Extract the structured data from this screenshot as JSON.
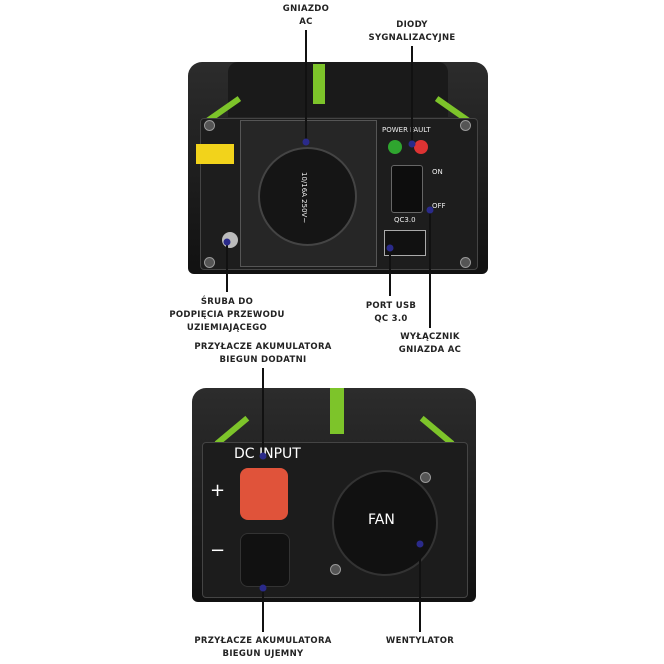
{
  "labels": {
    "socket": [
      "GNIAZDO",
      "AC"
    ],
    "leds": [
      "DIODY",
      "SYGNALIZACYJNE"
    ],
    "ground": [
      "ŚRUBA DO",
      "PODPIĘCIA PRZEWODU",
      "UZIEMIAJĄCEGO"
    ],
    "usb": [
      "PORT USB",
      "QC 3.0"
    ],
    "switch": [
      "WYŁĄCZNIK",
      "GNIAZDA AC"
    ],
    "positive": [
      "PRZYŁACZE AKUMULATORA",
      "BIEGUN DODATNI"
    ],
    "negative": [
      "PRZYŁACZE AKUMULATORA",
      "BIEGUN UJEMNY"
    ],
    "fan": [
      "WENTYLATOR"
    ]
  },
  "device_top": {
    "power": "POWER",
    "fault": "FAULT",
    "qc": "QC3.0",
    "on": "ON",
    "off": "OFF",
    "socket_text": "10/16A 250V~"
  },
  "device_bottom": {
    "dc_input": "DC INPUT",
    "plus": "+",
    "minus": "−",
    "fan": "FAN"
  },
  "colors": {
    "accent": "#7dc42a",
    "positive": "#e0533a",
    "marker": "#2a2a8a"
  }
}
